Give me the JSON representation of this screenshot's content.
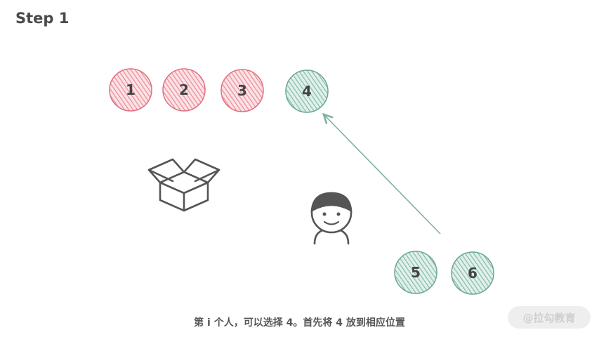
{
  "title": "Step 1",
  "caption": "第 i 个人，可以选择 4。首先将 4 放到相应位置",
  "watermark": "@拉勾教育",
  "colors": {
    "red_fill": "#f2a3ad",
    "red_stroke": "#e07080",
    "green_fill": "#9fd0c0",
    "green_stroke": "#6aa890",
    "arrow": "#7fb0a0",
    "icon": "#555555"
  },
  "balls": [
    {
      "label": "1",
      "color": "red"
    },
    {
      "label": "2",
      "color": "red"
    },
    {
      "label": "3",
      "color": "red"
    },
    {
      "label": "4",
      "color": "green"
    },
    {
      "label": "5",
      "color": "green"
    },
    {
      "label": "6",
      "color": "green"
    }
  ],
  "icons": {
    "box": "open-box-icon",
    "person": "person-icon"
  }
}
